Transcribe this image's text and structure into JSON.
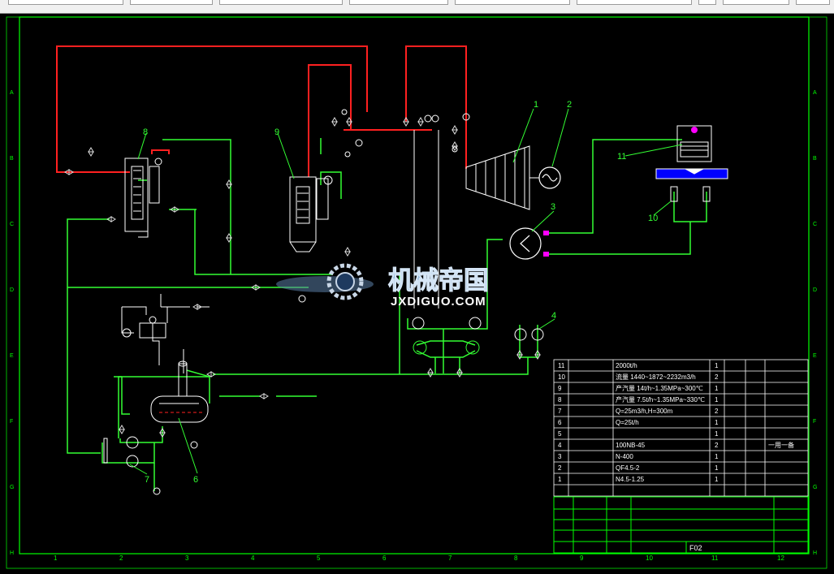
{
  "watermark": {
    "brand": "机械帝国",
    "site": "JXDIGUO.COM"
  },
  "border_labels": {
    "columns": [
      "1",
      "2",
      "3",
      "4",
      "5",
      "6",
      "7",
      "8",
      "9",
      "10",
      "11",
      "12"
    ],
    "rows": [
      "A",
      "B",
      "C",
      "D",
      "E",
      "F",
      "G",
      "H"
    ]
  },
  "components": [
    {
      "id": "1"
    },
    {
      "id": "2"
    },
    {
      "id": "3"
    },
    {
      "id": "4"
    },
    {
      "id": "6"
    },
    {
      "id": "7"
    },
    {
      "id": "8"
    },
    {
      "id": "9"
    },
    {
      "id": "10"
    },
    {
      "id": "11"
    }
  ],
  "equipment_table": {
    "rows": [
      {
        "no": "11",
        "spec": "2000t/h",
        "qty": "1"
      },
      {
        "no": "10",
        "spec": "流量 1440~1872~2232m3/h",
        "qty": "2"
      },
      {
        "no": "9",
        "spec": "产汽量 14t/h~1.35MPa~300℃",
        "qty": "1"
      },
      {
        "no": "8",
        "spec": "产汽量 7.5t/h~1.35MPa~330℃",
        "qty": "1"
      },
      {
        "no": "7",
        "spec": "Q=25m3/h,H=300m",
        "qty": "2"
      },
      {
        "no": "6",
        "spec": "Q=25t/h",
        "qty": "1"
      },
      {
        "no": "5",
        "spec": "",
        "qty": "1"
      },
      {
        "no": "4",
        "spec": "100NB-45",
        "qty": "2",
        "remark": "一用一备"
      },
      {
        "no": "3",
        "spec": "N-400",
        "qty": "1"
      },
      {
        "no": "2",
        "spec": "QF4.5-2",
        "qty": "1"
      },
      {
        "no": "1",
        "spec": "N4.5-1.25",
        "qty": "1"
      }
    ]
  },
  "title_block": {
    "drawing_no": "F02"
  },
  "colors": {
    "steam": "#ff2020",
    "water": "#33ff33",
    "pipe": "#ffffff",
    "valve": "#dddddd",
    "text": "#ffff00",
    "border": "#00ff00"
  }
}
